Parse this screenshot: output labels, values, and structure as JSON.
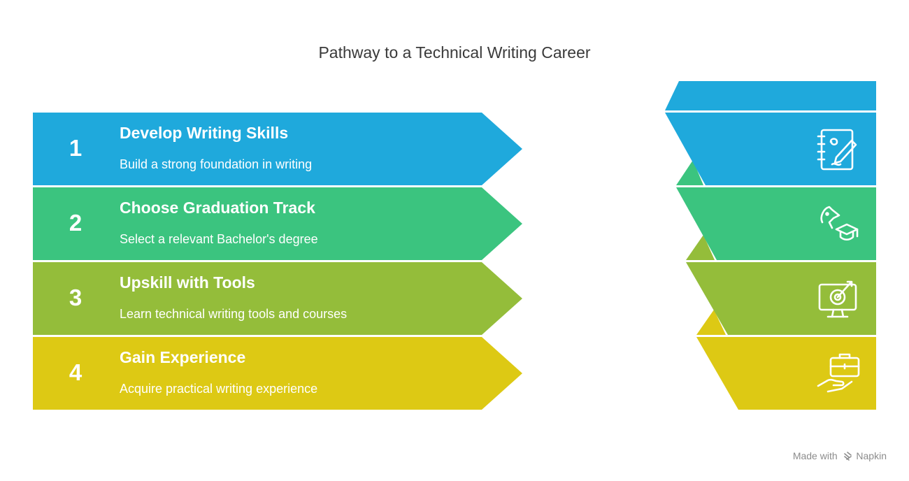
{
  "title": "Pathway to a Technical Writing Career",
  "steps": [
    {
      "number": "1",
      "heading": "Develop Writing Skills",
      "description": "Build a strong foundation in writing",
      "color": "#1fa9dc",
      "icon": "writing-journal-icon"
    },
    {
      "number": "2",
      "heading": "Choose Graduation Track",
      "description": "Select a relevant Bachelor's degree",
      "color": "#3bc47f",
      "icon": "graduation-cap-icon"
    },
    {
      "number": "3",
      "heading": "Upskill with Tools",
      "description": "Learn technical writing tools and courses",
      "color": "#94bd3a",
      "icon": "monitor-target-icon"
    },
    {
      "number": "4",
      "heading": "Gain Experience",
      "description": "Acquire practical writing experience",
      "color": "#ddc914",
      "icon": "briefcase-hand-icon"
    }
  ],
  "footer": {
    "made_with": "Made with",
    "brand": "Napkin"
  }
}
